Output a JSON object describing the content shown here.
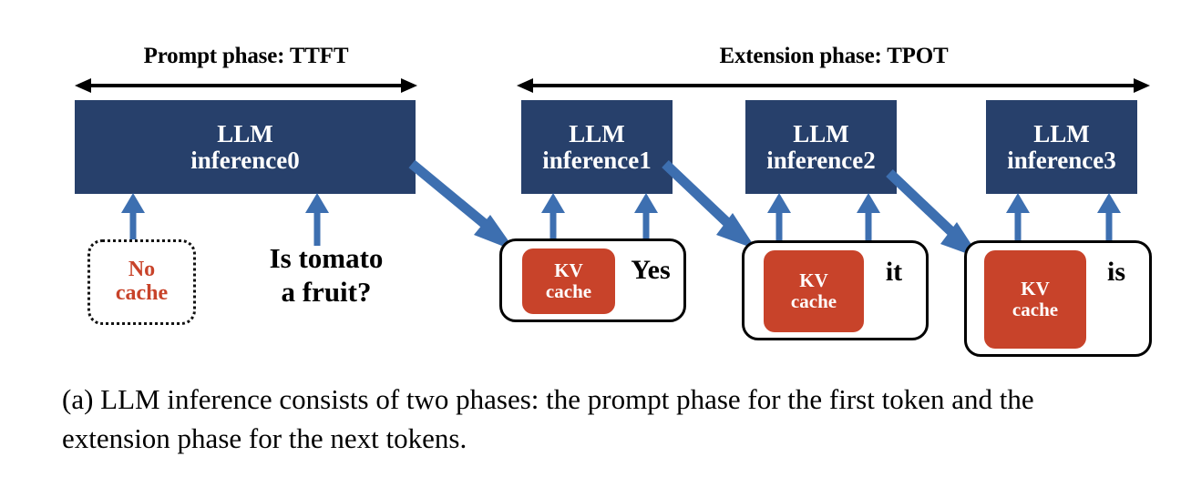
{
  "figure": {
    "caption": "(a) LLM inference consists of two phases: the prompt phase for the first token and the extension phase for the next tokens.",
    "colors": {
      "navy": "#27406B",
      "red": "#C8432A",
      "arrow_blue": "#3D6FB0",
      "black": "#000000",
      "white": "#FFFFFF"
    }
  },
  "phases": {
    "prompt": {
      "label": "Prompt phase: TTFT"
    },
    "extension": {
      "label": "Extension phase: TPOT"
    }
  },
  "llm_boxes": [
    {
      "line1": "LLM",
      "line2": "inference0"
    },
    {
      "line1": "LLM",
      "line2": "inference1"
    },
    {
      "line1": "LLM",
      "line2": "inference2"
    },
    {
      "line1": "LLM",
      "line2": "inference3"
    }
  ],
  "prompt_inputs": {
    "no_cache": {
      "line1": "No",
      "line2": "cache"
    },
    "prompt_text_line1": "Is tomato",
    "prompt_text_line2": "a fruit?"
  },
  "cache_groups": [
    {
      "kv_line1": "KV",
      "kv_line2": "cache",
      "token": "Yes"
    },
    {
      "kv_line1": "KV",
      "kv_line2": "cache",
      "token": "it"
    },
    {
      "kv_line1": "KV",
      "kv_line2": "cache",
      "token": "is"
    }
  ]
}
